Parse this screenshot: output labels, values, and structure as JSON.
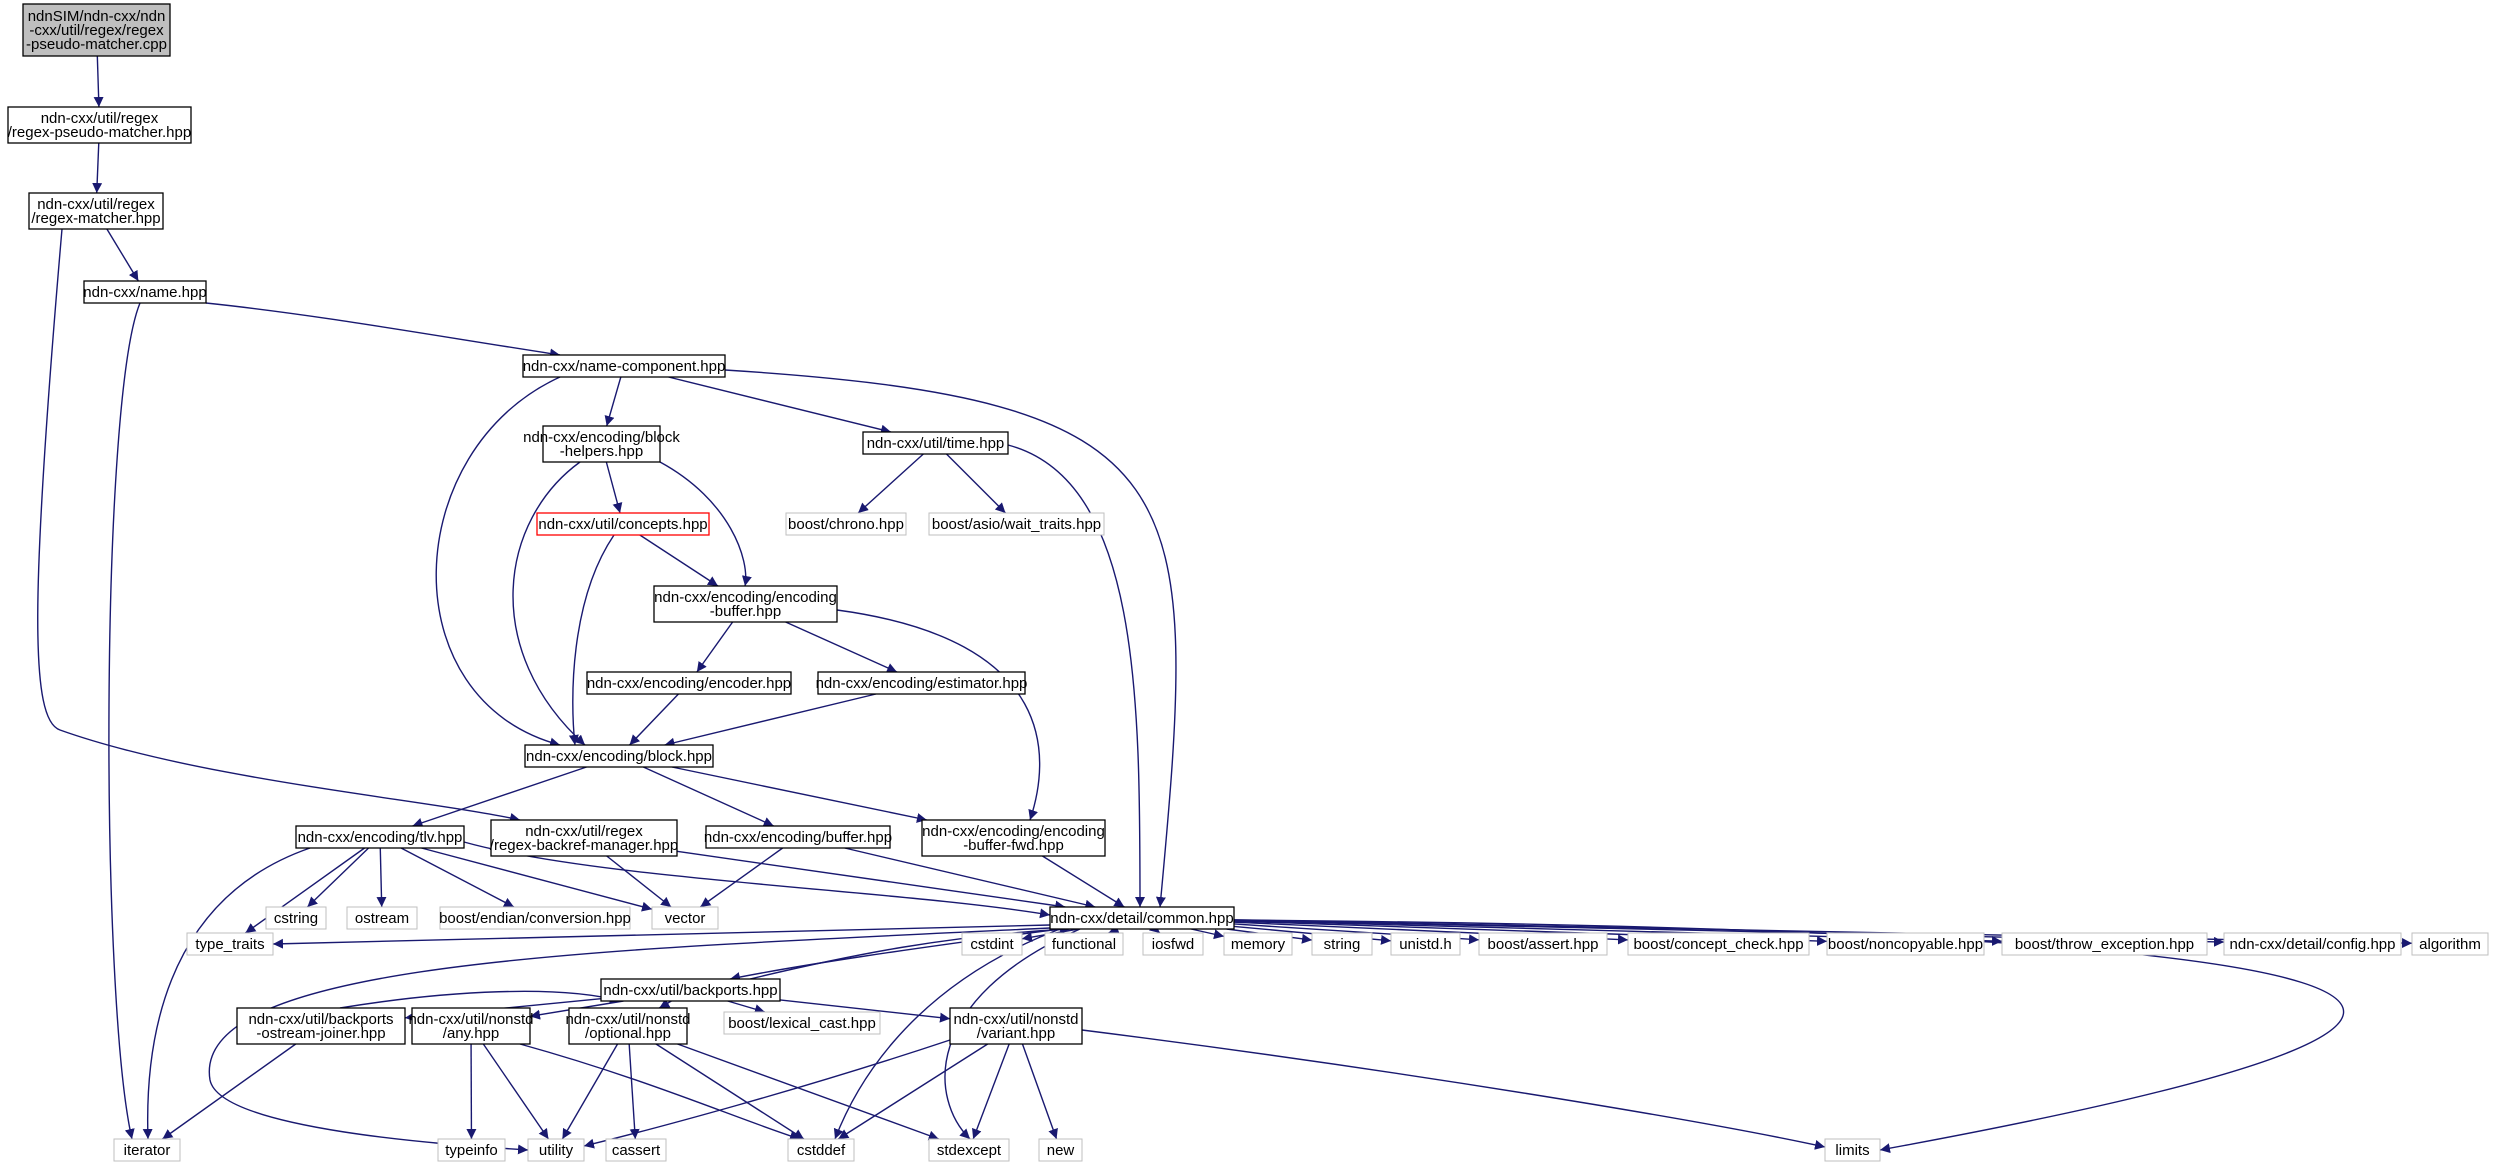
{
  "colors": {
    "edge": "#191970",
    "border_normal": "#000000",
    "border_external": "#bfbfbf",
    "border_truncated": "#ff0000",
    "fill_root": "#bfbfbf",
    "fill_normal": "#ffffff"
  },
  "nodes": {
    "root": [
      "ndnSIM/ndn-cxx/ndn",
      "-cxx/util/regex/regex",
      "-pseudo-matcher.cpp"
    ],
    "pseudo_matcher_hpp": [
      "ndn-cxx/util/regex",
      "/regex-pseudo-matcher.hpp"
    ],
    "regex_matcher": [
      "ndn-cxx/util/regex",
      "/regex-matcher.hpp"
    ],
    "name": [
      "ndn-cxx/name.hpp"
    ],
    "name_component": [
      "ndn-cxx/name-component.hpp"
    ],
    "block_helpers": [
      "ndn-cxx/encoding/block",
      "-helpers.hpp"
    ],
    "time": [
      "ndn-cxx/util/time.hpp"
    ],
    "boost_chrono": [
      "boost/chrono.hpp"
    ],
    "boost_asio_wait": [
      "boost/asio/wait_traits.hpp"
    ],
    "concepts": [
      "ndn-cxx/util/concepts.hpp"
    ],
    "encoding_buffer": [
      "ndn-cxx/encoding/encoding",
      "-buffer.hpp"
    ],
    "encoder": [
      "ndn-cxx/encoding/encoder.hpp"
    ],
    "estimator": [
      "ndn-cxx/encoding/estimator.hpp"
    ],
    "block": [
      "ndn-cxx/encoding/block.hpp"
    ],
    "tlv": [
      "ndn-cxx/encoding/tlv.hpp"
    ],
    "backref_manager": [
      "ndn-cxx/util/regex",
      "/regex-backref-manager.hpp"
    ],
    "buffer": [
      "ndn-cxx/encoding/buffer.hpp"
    ],
    "encoding_buffer_fwd": [
      "ndn-cxx/encoding/encoding",
      "-buffer-fwd.hpp"
    ],
    "cstring": [
      "cstring"
    ],
    "ostream": [
      "ostream"
    ],
    "endian_conversion": [
      "boost/endian/conversion.hpp"
    ],
    "vector": [
      "vector"
    ],
    "common": [
      "ndn-cxx/detail/common.hpp"
    ],
    "type_traits": [
      "type_traits"
    ],
    "backports": [
      "ndn-cxx/util/backports.hpp"
    ],
    "cstdint": [
      "cstdint"
    ],
    "functional": [
      "functional"
    ],
    "iosfwd": [
      "iosfwd"
    ],
    "memory": [
      "memory"
    ],
    "string": [
      "string"
    ],
    "unistd": [
      "unistd.h"
    ],
    "boost_assert": [
      "boost/assert.hpp"
    ],
    "boost_concept_check": [
      "boost/concept_check.hpp"
    ],
    "boost_noncopyable": [
      "boost/noncopyable.hpp"
    ],
    "boost_throw_exception": [
      "boost/throw_exception.hpp"
    ],
    "detail_config": [
      "ndn-cxx/detail/config.hpp"
    ],
    "algorithm": [
      "algorithm"
    ],
    "ostream_joiner": [
      "ndn-cxx/util/backports",
      "-ostream-joiner.hpp"
    ],
    "nonstd_any": [
      "ndn-cxx/util/nonstd",
      "/any.hpp"
    ],
    "nonstd_optional": [
      "ndn-cxx/util/nonstd",
      "/optional.hpp"
    ],
    "boost_lexical_cast": [
      "boost/lexical_cast.hpp"
    ],
    "nonstd_variant": [
      "ndn-cxx/util/nonstd",
      "/variant.hpp"
    ],
    "iterator": [
      "iterator"
    ],
    "typeinfo": [
      "typeinfo"
    ],
    "utility": [
      "utility"
    ],
    "cassert": [
      "cassert"
    ],
    "cstddef": [
      "cstddef"
    ],
    "stdexcept": [
      "stdexcept"
    ],
    "new": [
      "new"
    ],
    "limits": [
      "limits"
    ]
  }
}
